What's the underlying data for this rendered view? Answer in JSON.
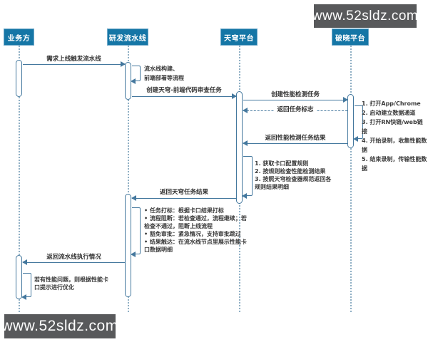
{
  "watermarks": {
    "top": "www.52sldz.com",
    "bottom": "www.52sldz.com"
  },
  "colors": {
    "actor_fill": "#1576a6",
    "actor_border": "#6fa8c9",
    "line": "#44789e",
    "lifeline": "#8fafc4",
    "watermark_bg": "#58595b"
  },
  "actors": [
    {
      "id": "business",
      "label": "业务方"
    },
    {
      "id": "pipeline",
      "label": "研发流水线"
    },
    {
      "id": "tianqiong",
      "label": "天穹平台"
    },
    {
      "id": "poxiao",
      "label": "破晓平台"
    }
  ],
  "messages": [
    {
      "from": "业务方",
      "to": "研发流水线",
      "style": "solid",
      "label": "需求上线触发流水线"
    },
    {
      "from": "研发流水线",
      "to": "天穹平台",
      "style": "solid",
      "label": "创建天穹-前端代码审查任务"
    },
    {
      "from": "天穹平台",
      "to": "破晓平台",
      "style": "solid",
      "label": "创建性能检测任务"
    },
    {
      "from": "破晓平台",
      "to": "天穹平台",
      "style": "dashed",
      "label": "返回任务标志"
    },
    {
      "from": "破晓平台",
      "to": "天穹平台",
      "style": "solid",
      "label": "返回性能检测任务结果"
    },
    {
      "from": "天穹平台",
      "to": "研发流水线",
      "style": "solid",
      "label": "返回天穹任务结果"
    },
    {
      "from": "研发流水线",
      "to": "业务方",
      "style": "solid",
      "label": "返回流水线执行情况"
    }
  ],
  "notes": {
    "pipeline_build": "流水线构建、\n前端部署等流程",
    "poxiao_steps": "1. 打开App/Chrome\n2. 启动建立数据通道\n3. 打开RN快链/web链接\n4. 开始录制，收集性能数据\n5. 结束录制，传输性能数据",
    "tianqiong_steps": "1. 获取卡口配置规则\n2. 按规则检查性能检测结果\n3. 按照天穹检查器规范返回各\n    规则结果明细",
    "pipeline_actions": "•  任务打标：根据卡口结果打标\n•  流程阻断：若检查通过，流程继续；若\n    检查不通过，阻断上线流程\n•  豁免审批：紧急情况，支持审批跳过\n•  结果触达：在流水线节点里展示性能卡\n    口数据明细",
    "business_note": "若有性能问题，则根据性能卡\n口提示进行优化"
  }
}
